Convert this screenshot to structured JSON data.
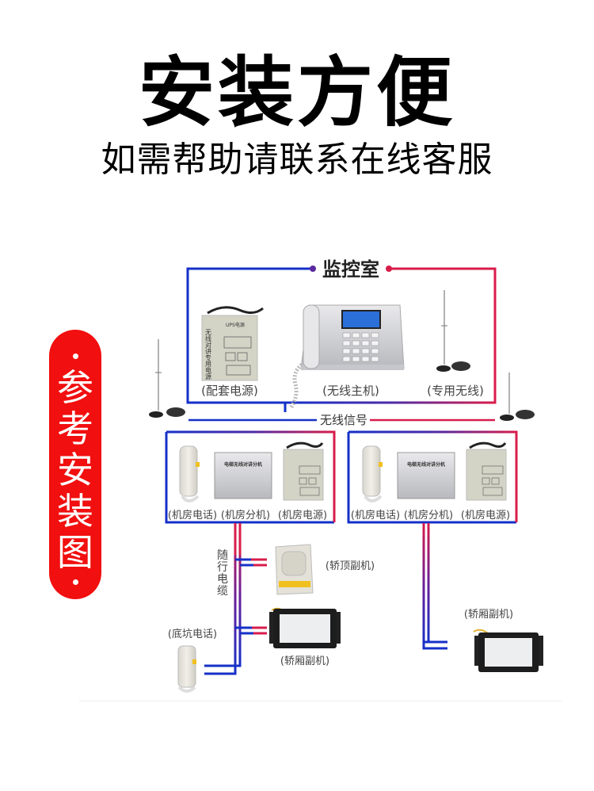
{
  "header": {
    "title": "安装方便",
    "subtitle": "如需帮助请联系在线客服"
  },
  "side_badge": {
    "label": "参考安装图",
    "chars": [
      "参",
      "考",
      "安",
      "装",
      "图"
    ],
    "color": "#f10f0f"
  },
  "colors": {
    "wire_blue": "#1530c8",
    "wire_red": "#d81c4a",
    "badge_red": "#f10f0f"
  },
  "monitor_room": {
    "title": "监控室",
    "devices": [
      {
        "name": "power-supply",
        "label": "(配套电源)"
      },
      {
        "name": "wireless-host",
        "label": "(无线主机)"
      },
      {
        "name": "antenna",
        "label": "(专用无线)"
      }
    ]
  },
  "signal_label": "无线信号",
  "machine_rooms": [
    {
      "devices": [
        {
          "name": "machine-room-phone",
          "label": "(机房电话)"
        },
        {
          "name": "machine-room-extension",
          "label": "(机房分机)"
        },
        {
          "name": "machine-room-power",
          "label": "(机房电源)"
        }
      ]
    },
    {
      "devices": [
        {
          "name": "machine-room-phone",
          "label": "(机房电话)"
        },
        {
          "name": "machine-room-extension",
          "label": "(机房分机)"
        },
        {
          "name": "machine-room-power",
          "label": "(机房电源)"
        }
      ]
    }
  ],
  "cable_label": "随行电缆",
  "cable_chars": [
    "随",
    "行",
    "电",
    "缆"
  ],
  "lower_devices": {
    "car_top": "(轿顶副机)",
    "car_1": "(轿厢副机)",
    "pit_phone": "(底坑电话)",
    "car_2": "(轿厢副机)"
  },
  "device_text": {
    "power_box": "无线对讲专用电源",
    "ups_brand": "UPS电源",
    "extension_box": "电梯无线对讲分机"
  }
}
